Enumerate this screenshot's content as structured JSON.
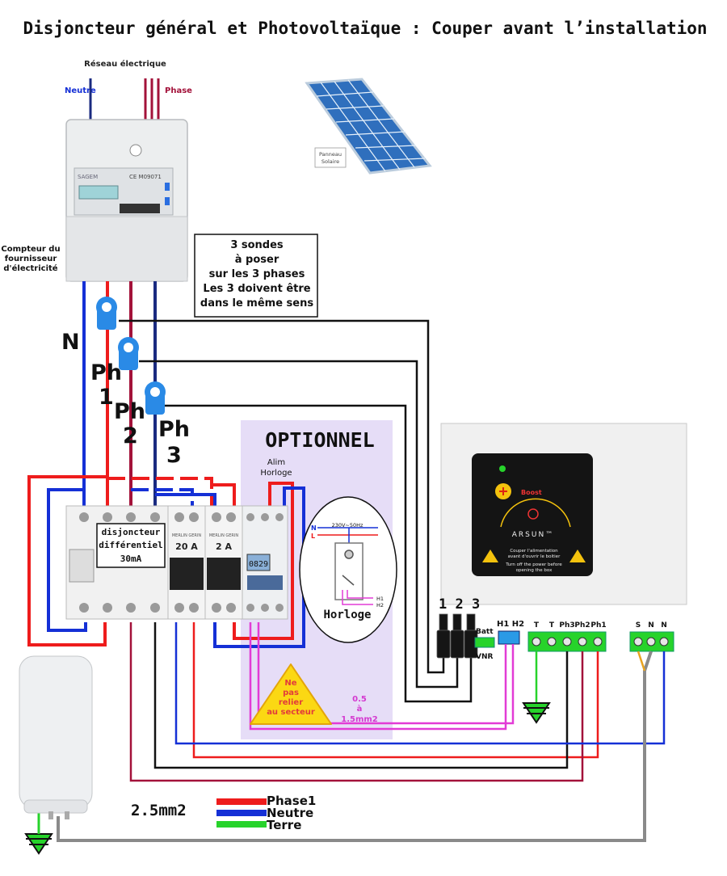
{
  "title": "Disjoncteur général et Photovoltaïque : Couper avant l’installation",
  "grid": {
    "label": "Réseau électrique",
    "neutral_label": "Neutre",
    "phase_label": "Phase"
  },
  "meter": {
    "brand": "SAGEM",
    "model": "CE M09071",
    "caption_lines": [
      "Compteur du",
      "fournisseur",
      "d'électricité"
    ]
  },
  "solar_panel": {
    "label_lines": [
      "Panneau",
      "Solaire"
    ]
  },
  "sensors_note": {
    "lines": [
      "3 sondes",
      "à poser",
      "sur les 3 phases",
      "Les 3 doivent être",
      "dans le même sens"
    ]
  },
  "conductor_labels": {
    "neutral": "N",
    "phase1": [
      "Ph",
      "1"
    ],
    "phase2": [
      "Ph",
      "2"
    ],
    "phase3": [
      "Ph",
      "3"
    ]
  },
  "breaker": {
    "label_lines": [
      "disjoncteur",
      "différentiel",
      "30mA"
    ],
    "rating_1": "20 A",
    "rating_2": "2 A",
    "brand_text": "MERLIN GERIN",
    "clock_display": "0829"
  },
  "optional": {
    "title": "OPTIONNEL",
    "alim_label_lines": [
      "Alim",
      "Horloge"
    ],
    "voltage_label": "230V~50Hz",
    "n_label": "N",
    "l_label": "L",
    "h1_label": "H1",
    "h2_label": "H2",
    "clock_label": "Horloge",
    "warning_lines": [
      "Ne",
      "pas",
      "relier",
      "au secteur"
    ],
    "wire_size_lines": [
      "0.5",
      "à",
      "1.5mm2"
    ]
  },
  "controller": {
    "boost_label": "Boost",
    "brand": "ARSUN™",
    "warning_fr_lines": [
      "Couper l'alimentation",
      "avant d'ouvrir le boitier"
    ],
    "warning_en_lines": [
      "Turn off the power before",
      "opening the box"
    ]
  },
  "terminals": {
    "probe_numbers": "1 2 3",
    "batt_label": "Batt",
    "vnr_label": "VNR",
    "h_labels": "H1 H2",
    "phase_labels": [
      "T",
      "T",
      "Ph3",
      "Ph2",
      "Ph1"
    ],
    "load_labels": [
      "S",
      "N",
      "N"
    ]
  },
  "legend": {
    "section_label": "2.5mm2",
    "items": [
      {
        "label": "Phase1",
        "color": "#ee1c1c"
      },
      {
        "label": "Neutre",
        "color": "#1530d6"
      },
      {
        "label": "Terre",
        "color": "#27d32b"
      }
    ]
  },
  "colors": {
    "phase": "#ee1c1c",
    "neutral": "#1530d6",
    "earth": "#27d32b",
    "phase2": "#a3123a",
    "black": "#111111",
    "magenta": "#e23bd6",
    "grey": "#8a8a8a",
    "optional_bg": "#e6ddf7"
  }
}
